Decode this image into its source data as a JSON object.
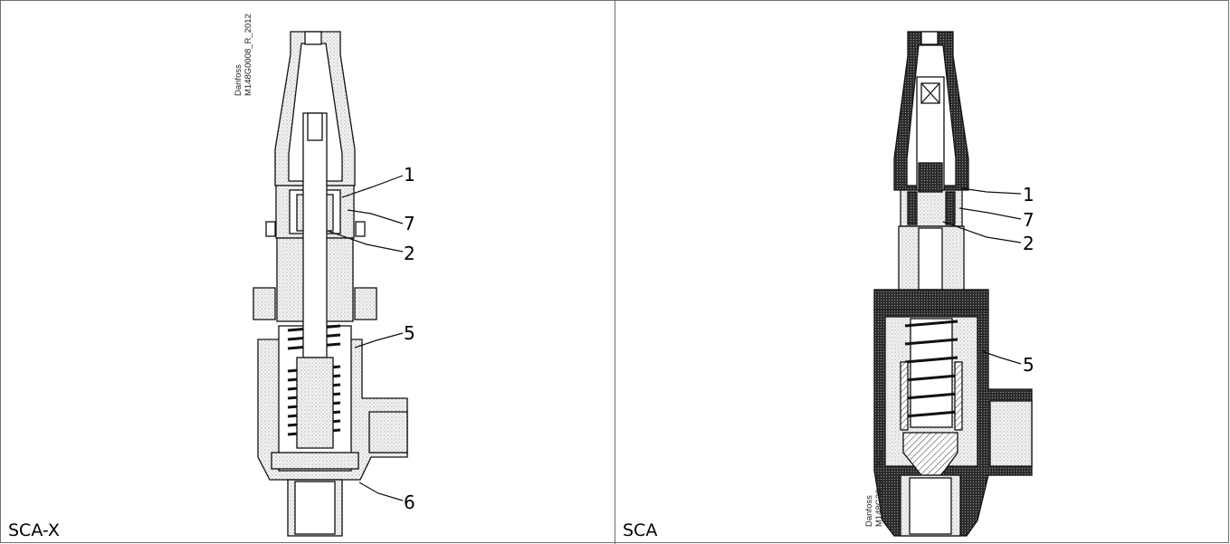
{
  "panels": [
    {
      "caption": "SCA-X",
      "ref_line1": "Danfoss",
      "ref_line2": "M148G0008_R_2012",
      "callouts": [
        "1",
        "7",
        "2",
        "5",
        "6"
      ]
    },
    {
      "caption": "SCA",
      "ref_line1": "Danfoss",
      "ref_line2": "M148G36_2R_2012",
      "callouts": [
        "1",
        "7",
        "2",
        "5"
      ]
    }
  ],
  "colors": {
    "frame": "#6f6f6f",
    "stipple": "#c8c8c8",
    "dark": "#1a1a1a"
  }
}
